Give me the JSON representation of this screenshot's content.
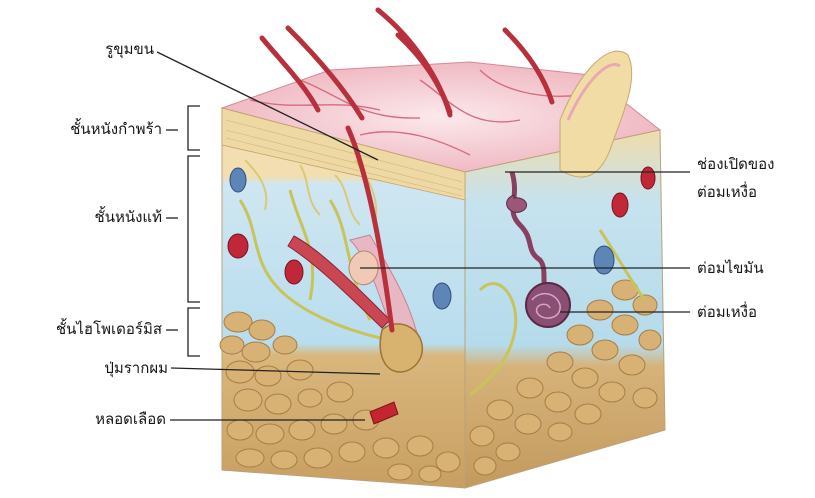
{
  "labels": {
    "hair_pore": "รูขุมขน",
    "epidermis": "ชั้นหนังกำพร้า",
    "dermis": "ชั้นหนังแท้",
    "hypodermis": "ชั้นไฮโพเดอร์มิส",
    "hair_papilla": "ปุ่มรากผม",
    "blood_vessel": "หลอดเลือด",
    "sweat_pore_line1": "ช่องเปิดของ",
    "sweat_pore_line2": "ต่อมเหงื่อ",
    "sebaceous_gland": "ต่อมไขมัน",
    "sweat_gland": "ต่อมเหงื่อ"
  },
  "colors": {
    "epidermis_surface": "#f4c9cf",
    "hair": "#b8303c",
    "dermis_fluid": "#bfe0ef",
    "fat_cells": "#d7b47a",
    "collagen": "#f3e3a8",
    "nerve": "#c9c85a",
    "gland": "#7a3a5a",
    "leader_line": "#222222"
  }
}
